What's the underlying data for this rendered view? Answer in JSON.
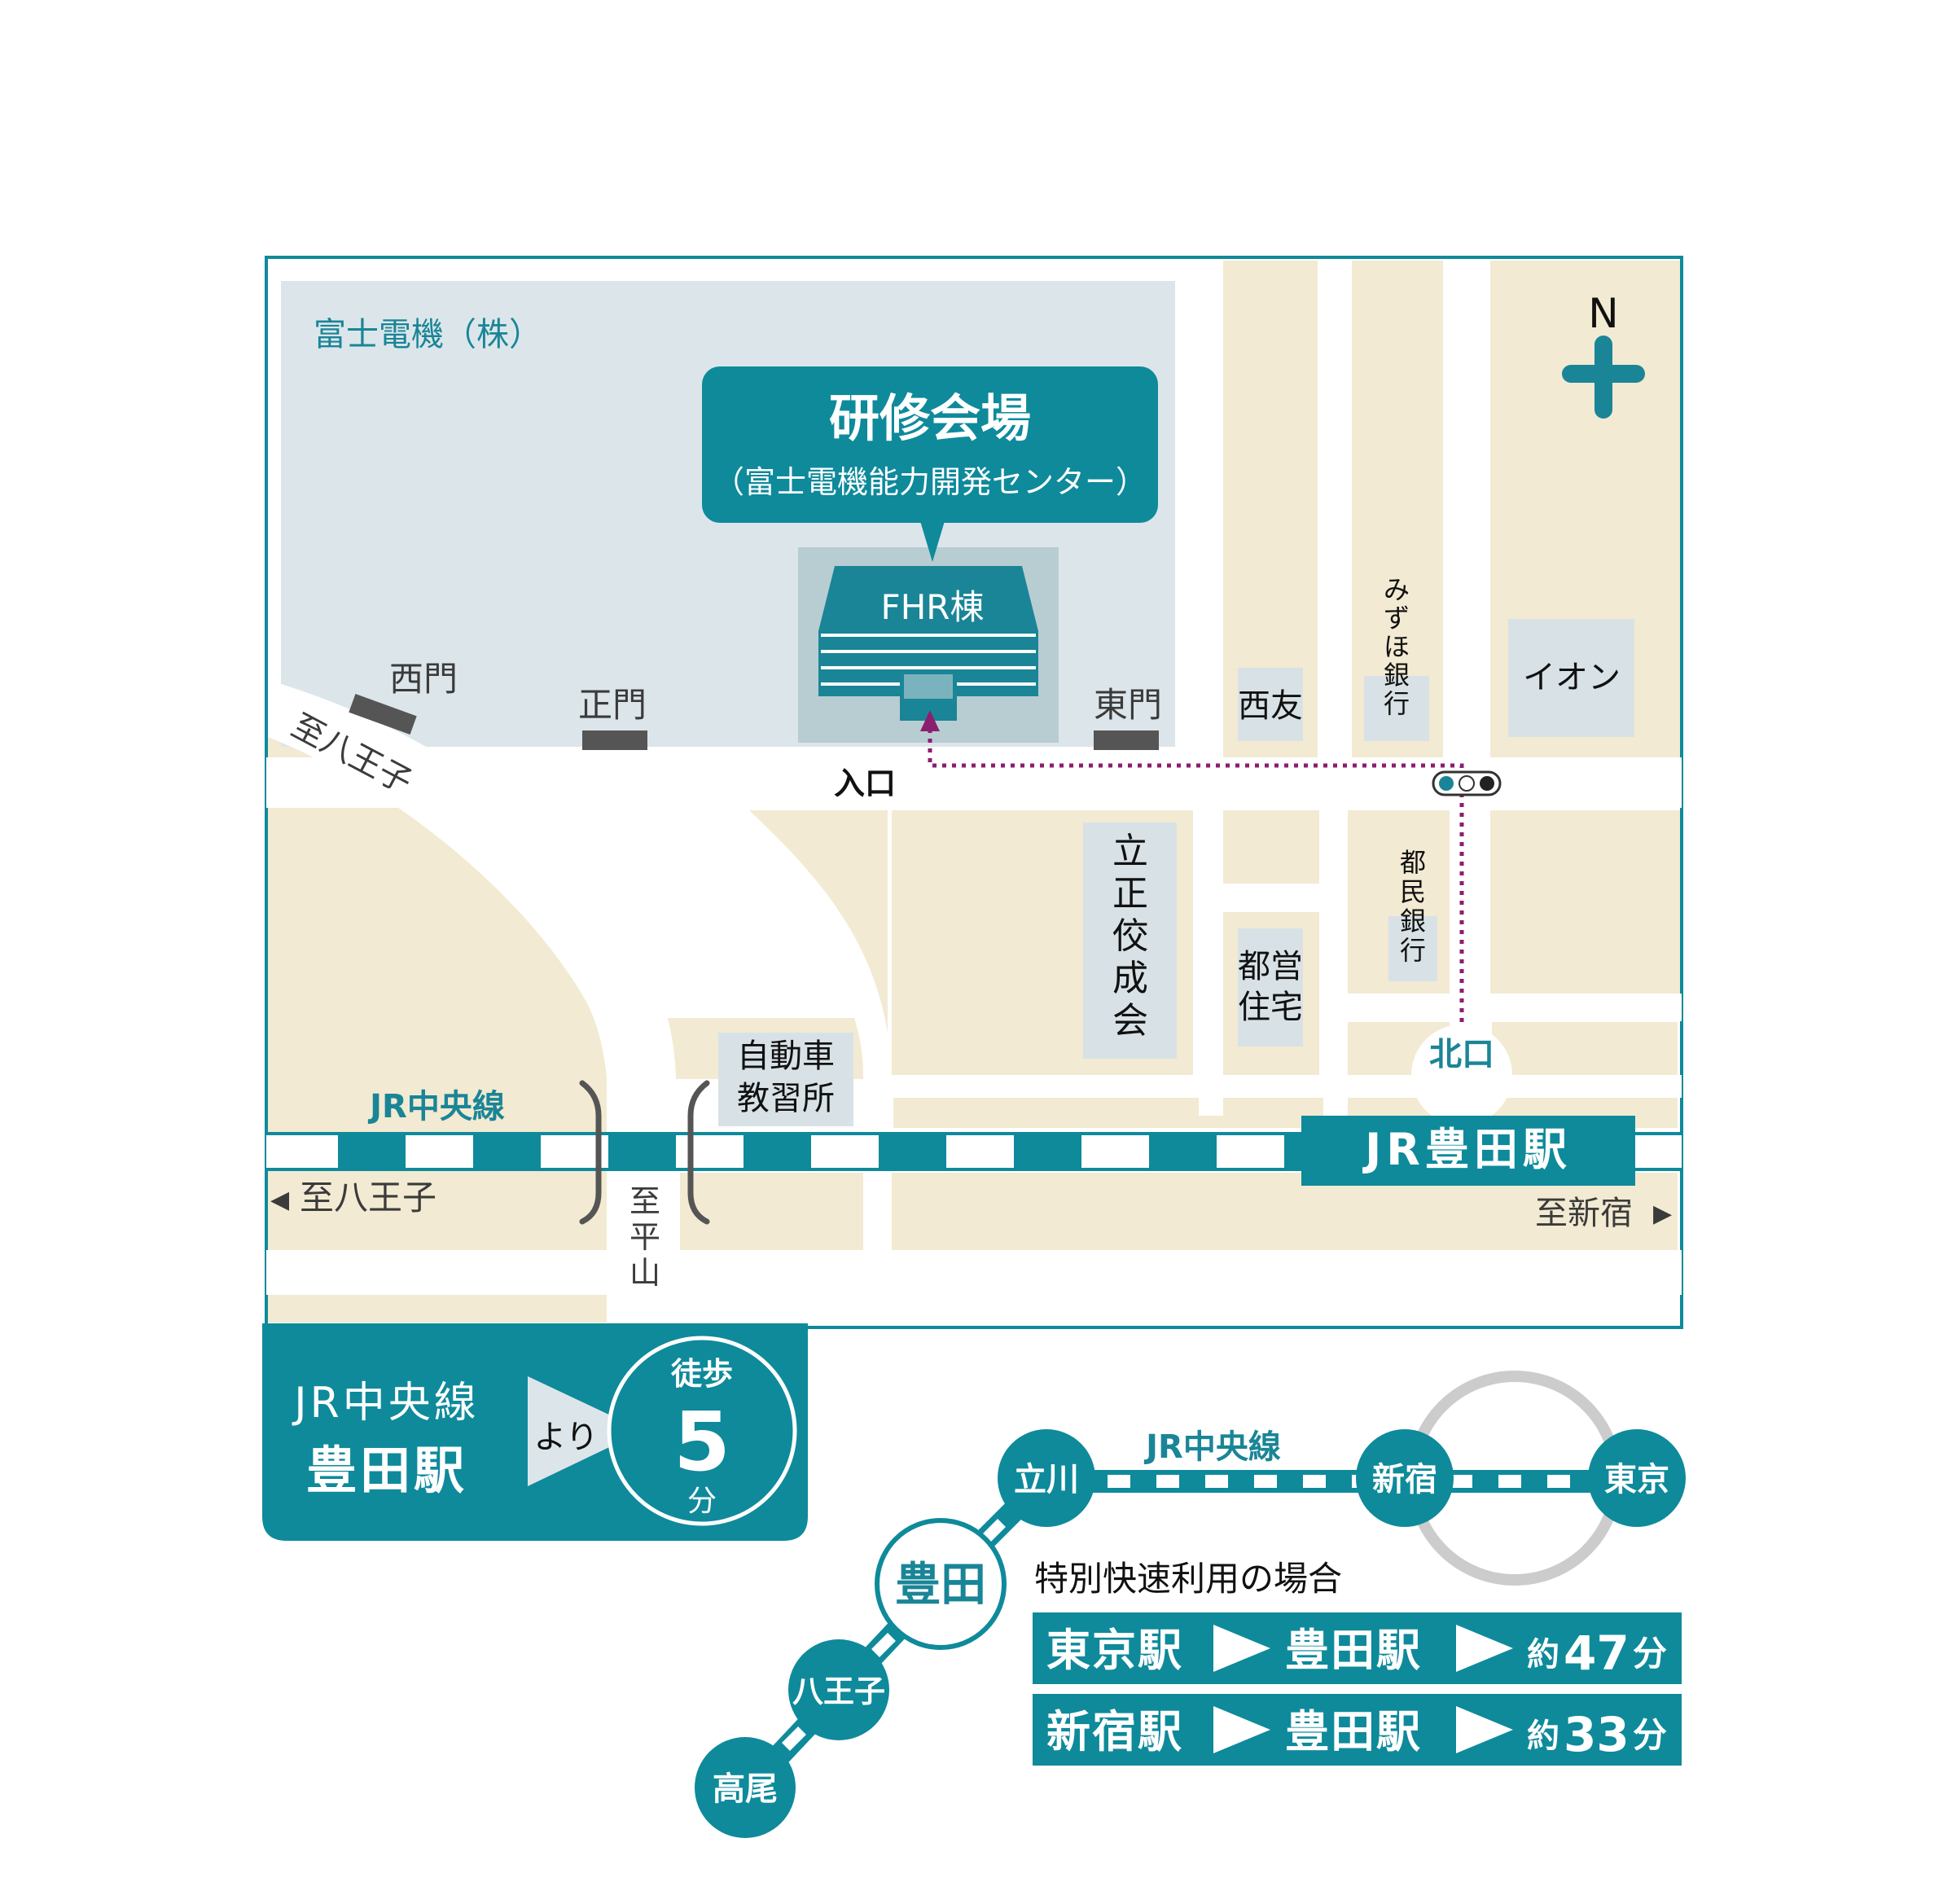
{
  "map": {
    "company": "富士電機（株）",
    "facility": {
      "title": "研修会場",
      "subtitle": "（富士電機能力開発センター）",
      "building": "FHR棟",
      "entrance": "入口"
    },
    "gates": {
      "west": "西門",
      "main": "正門",
      "east": "東門"
    },
    "north": "N",
    "landmarks": {
      "saiyu": "西友",
      "mizuho": "みずほ銀行",
      "aeon": "イオン",
      "rissei": "立正佼成会",
      "toei": [
        "都営",
        "住宅"
      ],
      "tomin": "都民銀行",
      "driving_school": [
        "自動車",
        "教習所"
      ]
    },
    "roads": {
      "to_hachioji_road": "至八王子",
      "to_hirayama": "至平山",
      "to_hachioji_rail": "至八王子",
      "to_shinjuku": "至新宿"
    },
    "rail": {
      "line": "JR中央線",
      "station": "JR豊田駅",
      "north_exit": "北口"
    }
  },
  "access": {
    "line": "JR中央線",
    "station": "豊田駅",
    "yori": "より",
    "walk_label": "徒歩",
    "walk_minutes": "5",
    "minute_unit": "分"
  },
  "route": {
    "line": "JR中央線",
    "stations": [
      "立川",
      "豊田",
      "八王子",
      "高尾",
      "新宿",
      "東京"
    ],
    "note": "特別快速利用の場合",
    "trips": [
      {
        "from": "東京駅",
        "to": "豊田駅",
        "approx": "約",
        "minutes": "47",
        "unit": "分"
      },
      {
        "from": "新宿駅",
        "to": "豊田駅",
        "approx": "約",
        "minutes": "33",
        "unit": "分"
      }
    ]
  },
  "colors": {
    "teal": "#0e8a9b",
    "site": "#dce6ea",
    "block": "#f2ead2",
    "building_bg": "#b8cdd2",
    "landmark": "#d8e2e6",
    "route_dots": "#8c1e6f",
    "gate": "#555555",
    "loop": "#cccccc"
  }
}
